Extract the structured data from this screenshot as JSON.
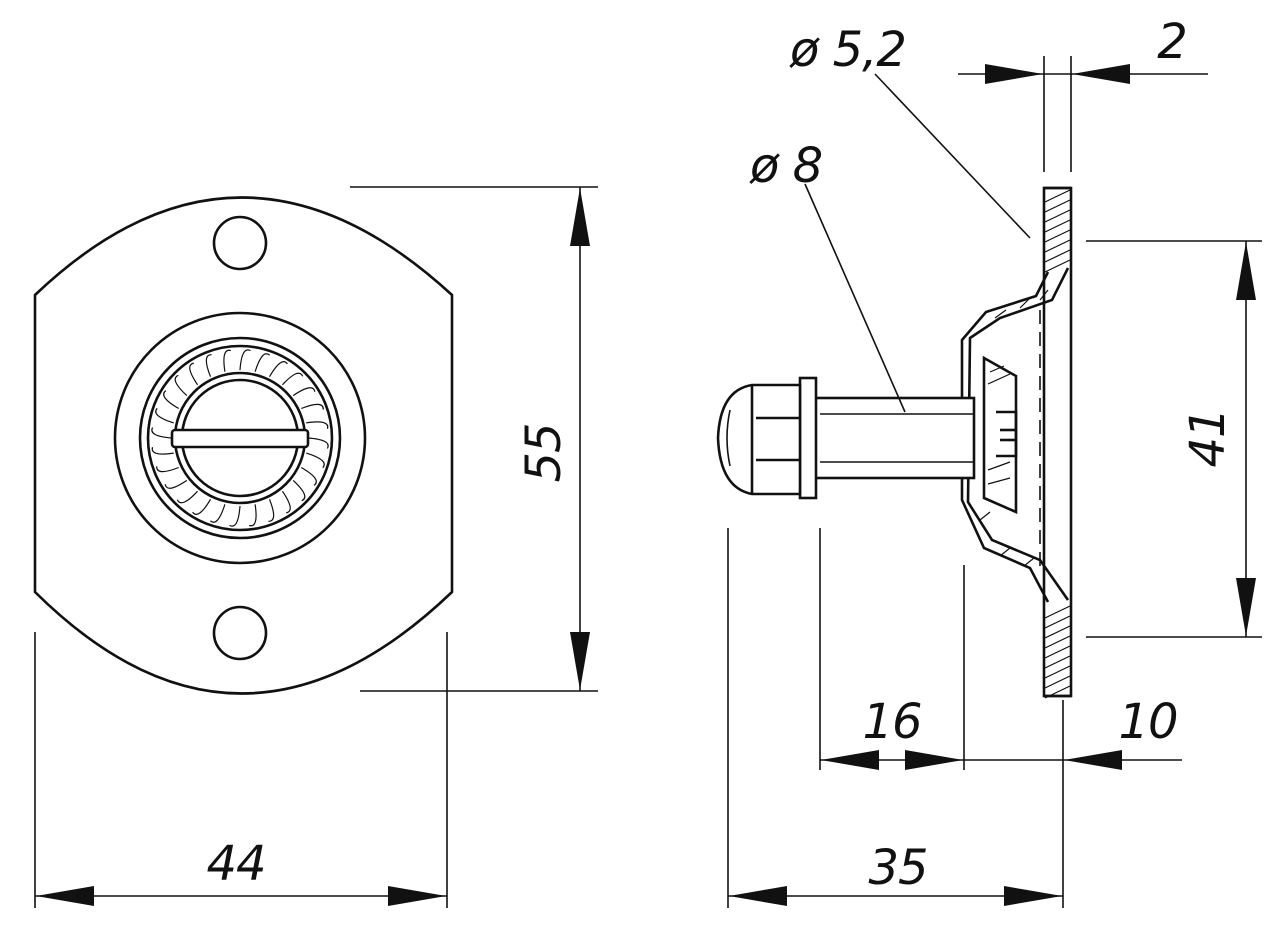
{
  "colors": {
    "line": "#111111",
    "background": "#ffffff"
  },
  "front_view": {
    "width_label": "44",
    "height_label": "55"
  },
  "side_view": {
    "hole_diameter_label": "ø 5,2",
    "pin_diameter_label": "ø 8",
    "plate_thickness_label": "2",
    "flange_height_label": "41",
    "pin_length_label": "16",
    "body_depth_label": "10",
    "overall_length_label": "35"
  }
}
